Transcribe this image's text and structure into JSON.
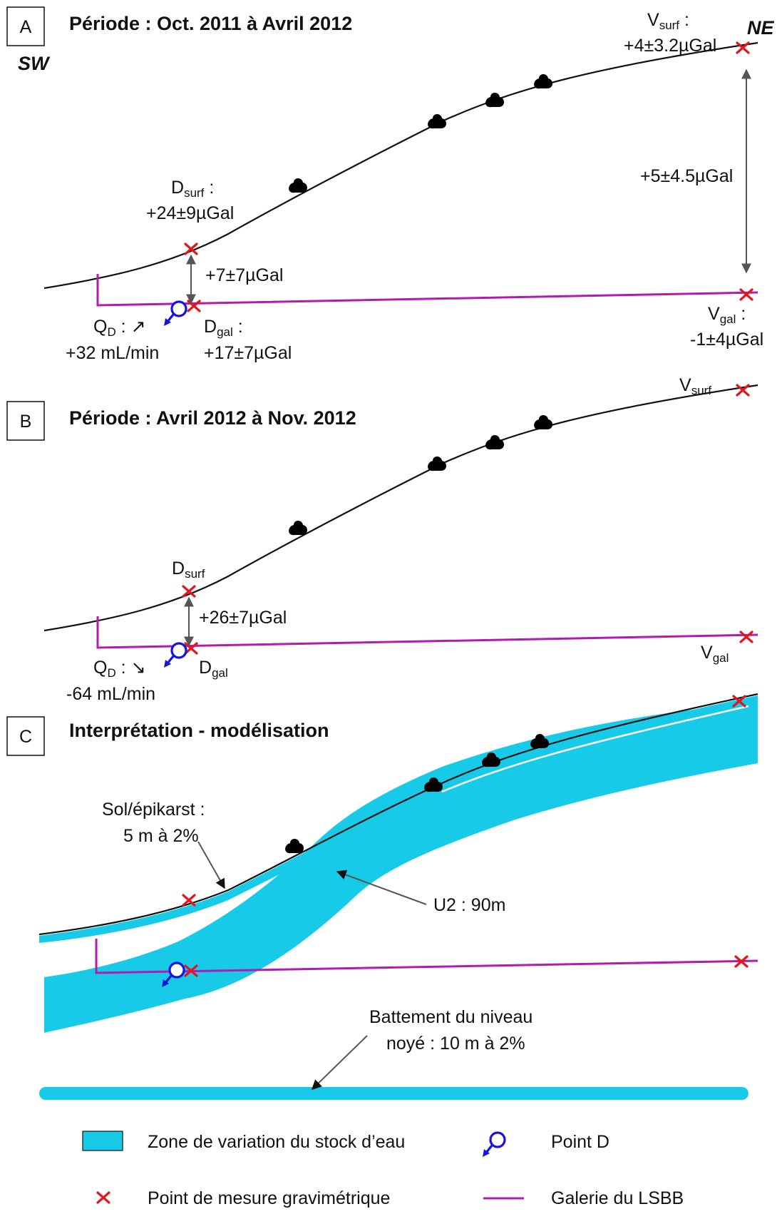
{
  "panels": {
    "a": {
      "letter": "A",
      "title": "Période : Oct. 2011 à Avril 2012",
      "sw": "SW",
      "ne": "NE",
      "vsurf": {
        "main": "V",
        "sub": "surf",
        "suffix": " :",
        "value": "+4±3.2µGal"
      },
      "vdiff": "+5±4.5µGal",
      "dsurf": {
        "main": "D",
        "sub": "surf",
        "suffix": " :",
        "value": "+24±9µGal"
      },
      "ddiff": "+7±7µGal",
      "qd": {
        "main": "Q",
        "sub": "D",
        "suffix": " : ↗",
        "value": "+32  mL/min"
      },
      "dgal": {
        "main": "D",
        "sub": "gal",
        "suffix": " :",
        "value": "+17±7µGal"
      },
      "vgal": {
        "main": "V",
        "sub": "gal",
        "suffix": " :",
        "value": "-1±4µGal"
      }
    },
    "b": {
      "letter": "B",
      "title": "Période : Avril 2012 à Nov. 2012",
      "vsurf": {
        "main": "V",
        "sub": "surf"
      },
      "dsurf": {
        "main": "D",
        "sub": "surf"
      },
      "ddiff": "+26±7µGal",
      "qd": {
        "main": "Q",
        "sub": "D",
        "suffix": " : ↘",
        "value": "-64  mL/min"
      },
      "dgal": {
        "main": "D",
        "sub": "gal"
      },
      "vgal": {
        "main": "V",
        "sub": "gal"
      }
    },
    "c": {
      "letter": "C",
      "title": "Interprétation - modélisation",
      "soil_line1": "Sol/épikarst :",
      "soil_line2": "5 m à 2%",
      "u2": "U2 : 90m",
      "batt_line1": "Battement du niveau",
      "batt_line2": "noyé : 10 m à 2%"
    }
  },
  "legend": {
    "water": "Zone de variation du stock d’eau",
    "pointd": "Point D",
    "measure": "Point de mesure gravimétrique",
    "gallery": "Galerie du LSBB"
  },
  "colors": {
    "water": "#17cbe8",
    "measure_point": "#e3161b",
    "gallery": "#b31ab3",
    "point_d": "#1414e0",
    "tree": "#2e8b1e"
  },
  "icons": [
    "tree-icon",
    "measure-point-icon",
    "point-d-icon"
  ]
}
